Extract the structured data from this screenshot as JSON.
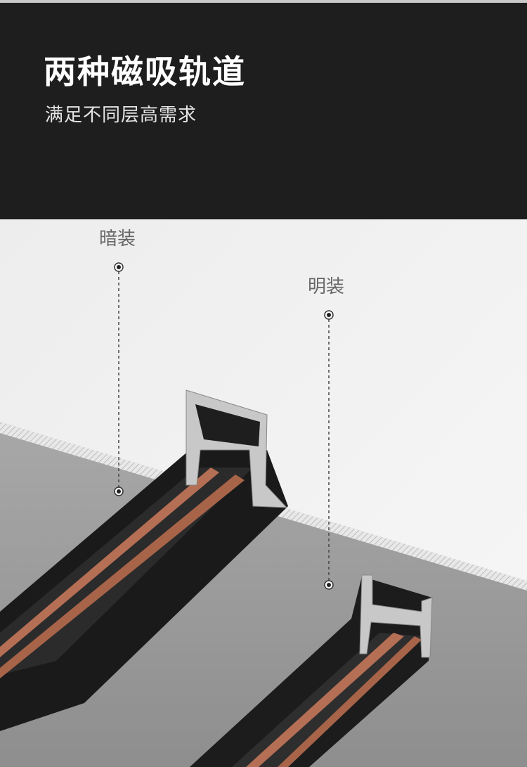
{
  "header": {
    "title": "两种磁吸轨道",
    "subtitle": "满足不同层高需求"
  },
  "callouts": [
    {
      "label": "暗装"
    },
    {
      "label": "明装"
    }
  ],
  "colors": {
    "background_dark": "#1e1e1e",
    "ceiling": "#f0f0f0",
    "wall": "#a3a3a3",
    "track": "#1c1c1c",
    "copper": "#b56f55"
  }
}
